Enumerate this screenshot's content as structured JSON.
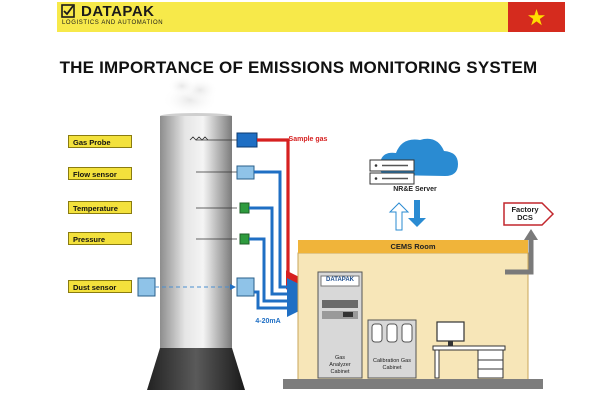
{
  "header": {
    "brand": "DATAPAK",
    "tagline": "LOGISTICS AND AUTOMATION",
    "brand_color": "#f7e94a",
    "flag_icon": "vietnam-flag-icon"
  },
  "title": "THE IMPORTANCE OF EMISSIONS MONITORING SYSTEM",
  "sensors": [
    {
      "label": "Gas Probe"
    },
    {
      "label": "Flow sensor"
    },
    {
      "label": "Temperature"
    },
    {
      "label": "Pressure"
    },
    {
      "label": "Dust sensor"
    }
  ],
  "labels": {
    "sample_gas": "Sample gas",
    "signal": "4-20mA",
    "server": "NR&E Server",
    "factory": "Factory DCS",
    "room": "CEMS Room",
    "gas_analyzer": "Gas Analyzer Cabinet",
    "calibration": "Calibration Gas Cabinet",
    "cabinet_brand": "DATAPAK"
  },
  "colors": {
    "sample_line": "#d62020",
    "signal_line": "#1f6fc4",
    "room_fill": "#f7e6b8",
    "label_fill": "#f3e13c"
  }
}
